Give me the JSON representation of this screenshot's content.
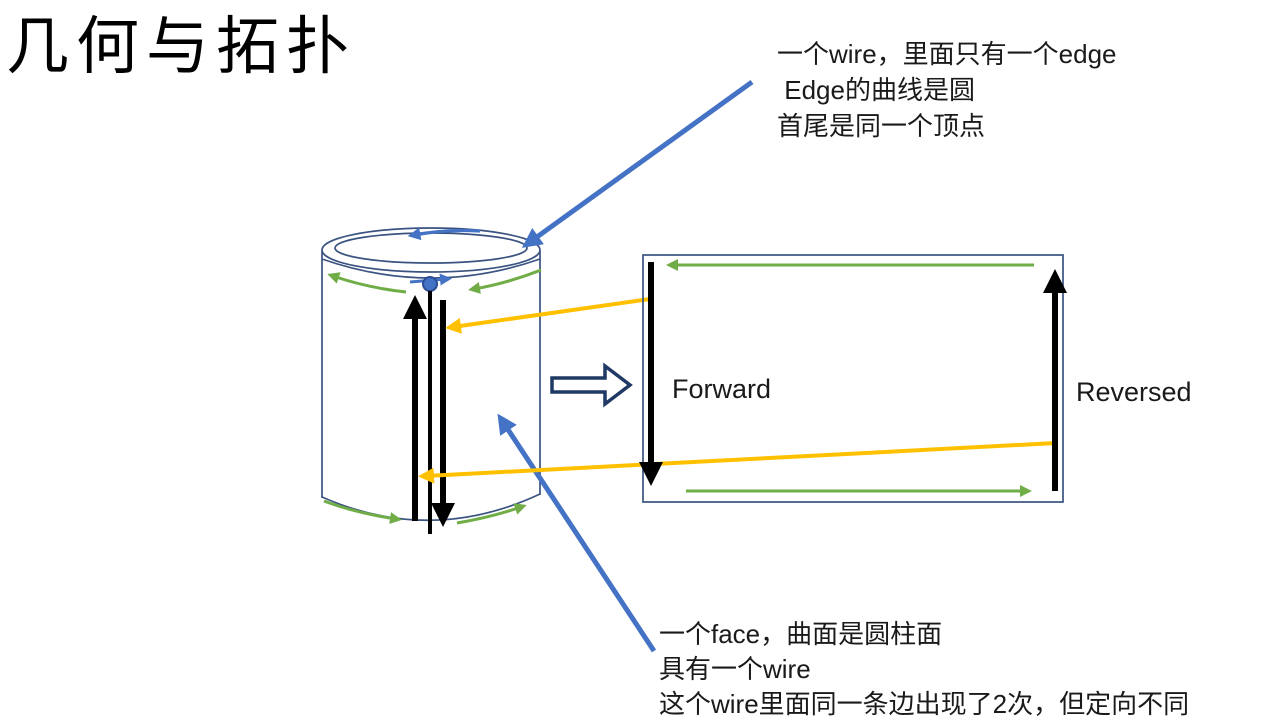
{
  "slide": {
    "title": "几何与拓扑"
  },
  "annotation_top": {
    "lines": [
      "一个wire，里面只有一个edge",
      " Edge的曲线是圆",
      "首尾是同一个顶点"
    ]
  },
  "annotation_bottom": {
    "lines": [
      "一个face，曲面是圆柱面",
      "具有一个wire",
      "这个wire里面同一条边出现了2次，但定向不同"
    ]
  },
  "labels": {
    "forward": "Forward",
    "reversed": "Reversed"
  },
  "icons": {
    "transform_arrow": "hollow-block-arrow-right",
    "vertex_marker": "filled-circle"
  },
  "colors": {
    "accent_blue": "#4472C4",
    "green": "#70AD47",
    "orange": "#FFC000",
    "navy": "#1F3864",
    "outline": "#3A5380",
    "ink": "#000000",
    "text": "#1A1A1A",
    "background": "#FFFFFF"
  }
}
